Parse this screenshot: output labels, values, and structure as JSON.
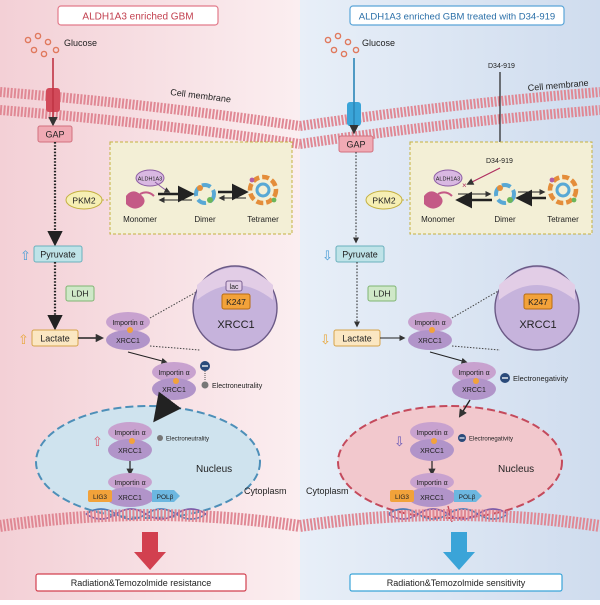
{
  "panels": {
    "left": {
      "title": "ALDH1A3 enriched GBM",
      "glucose": "Glucose",
      "membrane": "Cell membrane",
      "gap": "GAP",
      "pkm2": "PKM2",
      "aldh": "ALDH1A3",
      "monomer": "Monomer",
      "dimer": "Dimer",
      "tetramer": "Tetramer",
      "pyruvate": "Pyruvate",
      "ldh": "LDH",
      "lactate": "Lactate",
      "importin": "Importin α",
      "xrcc1": "XRCC1",
      "lac": "lac",
      "k247": "K247",
      "charge_outside": "Electroneutrality",
      "charge_nucleus": "Electroneutrality",
      "nucleus": "Nucleus",
      "cytoplasm": "Cytoplasm",
      "lig3": "LIG3",
      "polb": "POLβ",
      "outcome": "Radiation&Temozolmide resistance"
    },
    "right": {
      "title": "ALDH1A3 enriched GBM treated with D34-919",
      "glucose": "Glucose",
      "membrane": "Cell membrane",
      "drug_top": "D34-919",
      "drug_mid": "D34-919",
      "gap": "GAP",
      "pkm2": "PKM2",
      "aldh": "ALDH1A3",
      "monomer": "Monomer",
      "dimer": "Dimer",
      "tetramer": "Tetramer",
      "pyruvate": "Pyruvate",
      "ldh": "LDH",
      "lactate": "Lactate",
      "importin": "Importin α",
      "xrcc1": "XRCC1",
      "k247": "K247",
      "charge_outside": "Electronegativity",
      "charge_nucleus": "Electronegativity",
      "nucleus": "Nucleus",
      "cytoplasm": "Cytoplasm",
      "lig3": "LIG3",
      "polb": "POLβ",
      "outcome": "Radiation&Temozolmide sensitivity"
    }
  },
  "colors": {
    "left_bg": "#f6dfe3",
    "right_bg": "#dbe6f3",
    "left_accent": "#e27a8a",
    "right_accent": "#5aa5d8",
    "gap_fill": "#f0aab4",
    "pathway_box": "#f3efd6",
    "metabolite_box": "#bfe3e8",
    "ldh_box": "#cfe8c8",
    "importin": "#c8a2cf",
    "xrcc1": "#b194c9",
    "k247": "#f2a23a",
    "lig3": "#f2a23a",
    "polb": "#6cb7e0",
    "nucleus_left": "#cfe3ee",
    "nucleus_right": "#f2c8cd"
  }
}
